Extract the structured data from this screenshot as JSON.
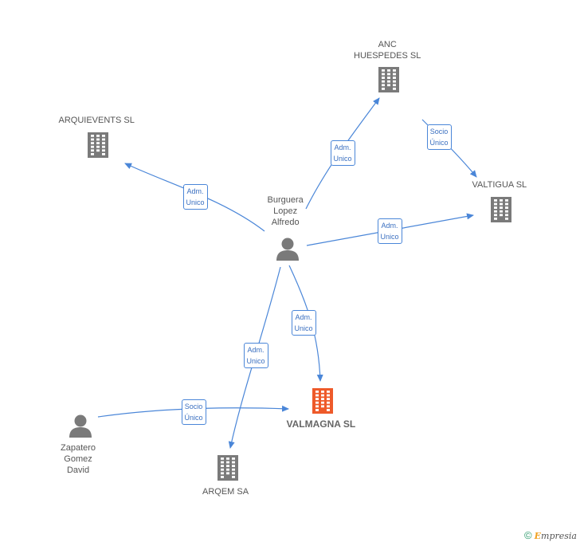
{
  "nodes": [
    {
      "id": "anc",
      "label": "ANC\nHUESPEDES SL",
      "type": "company"
    },
    {
      "id": "arquievents",
      "label": "ARQUIEVENTS SL",
      "type": "company"
    },
    {
      "id": "valtigua",
      "label": "VALTIGUA SL",
      "type": "company"
    },
    {
      "id": "burguera",
      "label": "Burguera\nLopez\nAlfredo",
      "type": "person"
    },
    {
      "id": "valmagna",
      "label": "VALMAGNA SL",
      "type": "company",
      "highlight": true
    },
    {
      "id": "zapatero",
      "label": "Zapatero\nGomez\nDavid",
      "type": "person"
    },
    {
      "id": "arqem",
      "label": "ARQEM SA",
      "type": "company"
    }
  ],
  "edges": [
    {
      "from": "burguera",
      "to": "arquievents",
      "label": "Adm.\nUnico"
    },
    {
      "from": "burguera",
      "to": "anc",
      "label": "Adm.\nUnico"
    },
    {
      "from": "anc",
      "to": "valtigua",
      "label": "Socio\nÚnico"
    },
    {
      "from": "burguera",
      "to": "valtigua",
      "label": "Adm.\nUnico"
    },
    {
      "from": "burguera",
      "to": "valmagna",
      "label": "Adm.\nUnico"
    },
    {
      "from": "burguera",
      "to": "arqem",
      "label": "Adm.\nUnico"
    },
    {
      "from": "zapatero",
      "to": "valmagna",
      "label": "Socio\nÚnico"
    }
  ],
  "colors": {
    "edge": "#4a86d8",
    "node": "#7a7a7a",
    "highlight": "#ee5a2a"
  },
  "footer": {
    "copyright": "©",
    "brand_initial": "E",
    "brand_rest": "mpresia"
  }
}
